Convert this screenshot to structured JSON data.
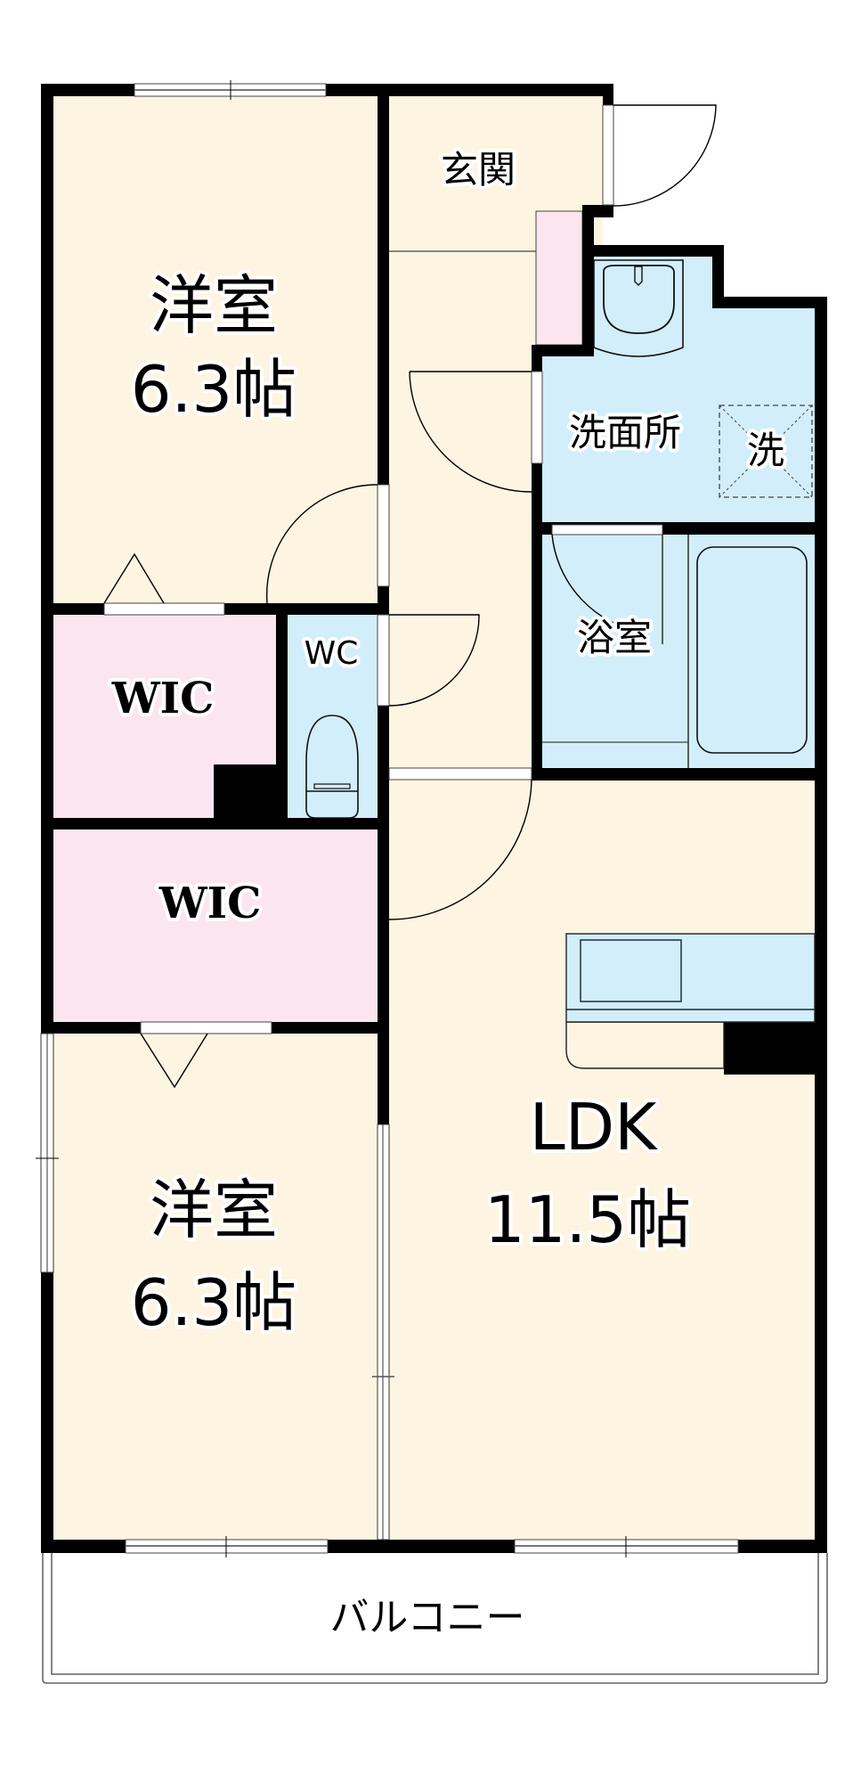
{
  "colors": {
    "living_floor": "#fdf5e2",
    "storage_floor": "#fbe6ef",
    "wet_area_floor": "#d2eefa",
    "wall": "#000000",
    "background": "#ffffff"
  },
  "rooms": {
    "western_room_1": {
      "name": "洋室",
      "size": "6.3帖"
    },
    "western_room_2": {
      "name": "洋室",
      "size": "6.3帖"
    },
    "entrance": {
      "name": "玄関"
    },
    "washroom": {
      "name": "洗面所"
    },
    "washer_space": {
      "name": "洗"
    },
    "bathroom": {
      "name": "浴室"
    },
    "toilet": {
      "name": "WC"
    },
    "walk_in_closet_1": {
      "name": "WIC"
    },
    "walk_in_closet_2": {
      "name": "WIC"
    },
    "ldk": {
      "name": "LDK",
      "size": "11.5帖"
    },
    "balcony": {
      "name": "バルコニー"
    }
  }
}
